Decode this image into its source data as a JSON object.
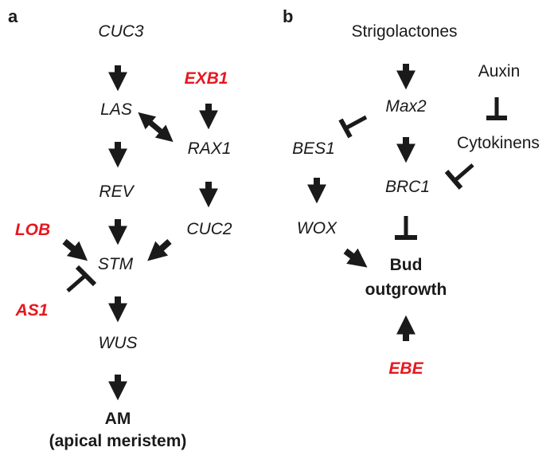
{
  "panel_a": {
    "letter": "a",
    "cuc3": "CUC3",
    "exb1": "EXB1",
    "las": "LAS",
    "rax1": "RAX1",
    "rev": "REV",
    "cuc2": "CUC2",
    "lob": "LOB",
    "stm": "STM",
    "as1": "AS1",
    "wus": "WUS",
    "am": "AM",
    "am_full": "(apical meristem)"
  },
  "panel_b": {
    "letter": "b",
    "strigolactones": "Strigolactones",
    "auxin": "Auxin",
    "max2": "Max2",
    "bes1": "BES1",
    "cytokinens": "Cytokinens",
    "brc1": "BRC1",
    "wox": "WOX",
    "bud1": "Bud",
    "bud2": "outgrowth",
    "ebe": "EBE"
  },
  "colors": {
    "highlight": "#e8171f",
    "text": "#1a1a1a"
  }
}
